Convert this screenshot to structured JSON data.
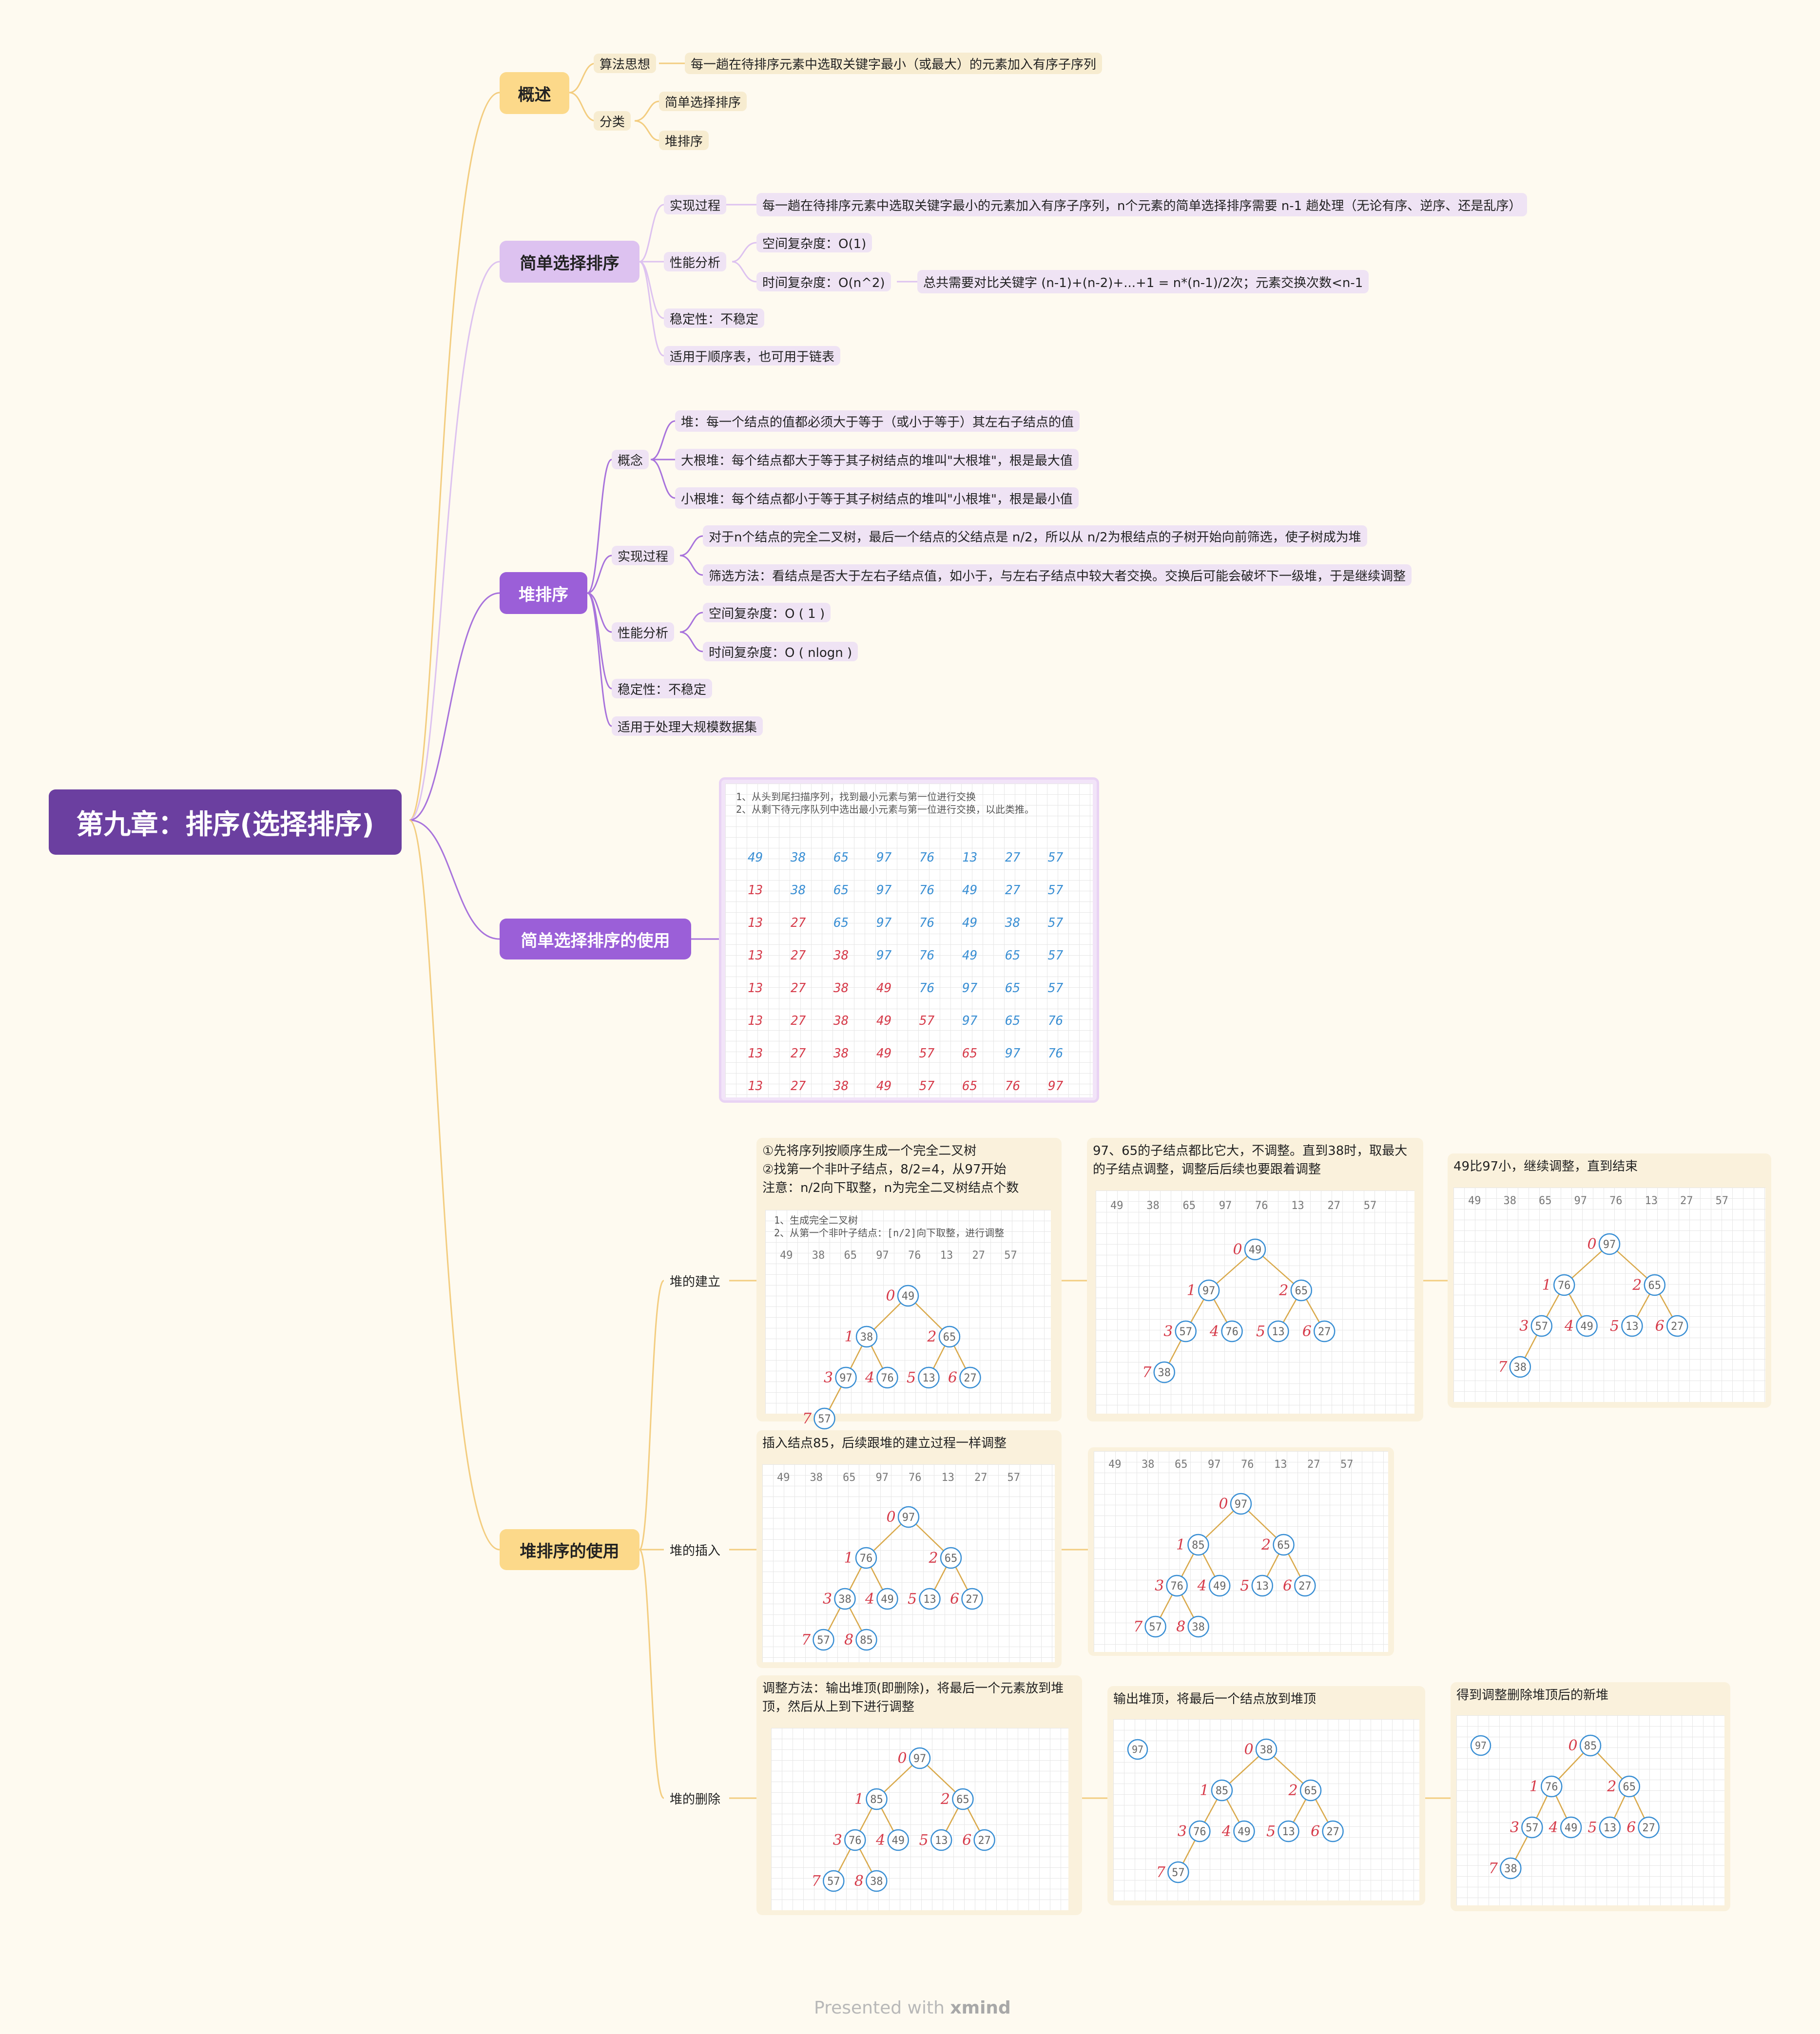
{
  "root": "第九章：排序(选择排序)",
  "overview": {
    "title": "概述",
    "idea_label": "算法思想",
    "idea_text": "每一趟在待排序元素中选取关键字最小（或最大）的元素加入有序子序列",
    "category_label": "分类",
    "categories": [
      "简单选择排序",
      "堆排序"
    ]
  },
  "simple": {
    "title": "简单选择排序",
    "process_label": "实现过程",
    "process_text": "每一趟在待排序元素中选取关键字最小的元素加入有序子序列，n个元素的简单选择排序需要 n-1 趟处理（无论有序、逆序、还是乱序）",
    "perf_label": "性能分析",
    "space": "空间复杂度：O(1)",
    "time": "时间复杂度：O(n^2)",
    "time_note": "总共需要对比关键字 (n-1)+(n-2)+...+1 = n*(n-1)/2次；元素交换次数<n-1",
    "stability": "稳定性：不稳定",
    "applicable": "适用于顺序表，也可用于链表"
  },
  "heap": {
    "title": "堆排序",
    "concept_label": "概念",
    "concepts": [
      "堆：每一个结点的值都必须大于等于（或小于等于）其左右子结点的值",
      "大根堆：每个结点都大于等于其子树结点的堆叫\"大根堆\"，根是最大值",
      "小根堆：每个结点都小于等于其子树结点的堆叫\"小根堆\"，根是最小值"
    ],
    "process_label": "实现过程",
    "process": [
      "对于n个结点的完全二叉树，最后一个结点的父结点是 n/2，所以从 n/2为根结点的子树开始向前筛选，使子树成为堆",
      "筛选方法：看结点是否大于左右子结点值，如小于，与左右子结点中较大者交换。交换后可能会破坏下一级堆，于是继续调整"
    ],
    "perf_label": "性能分析",
    "space": "空间复杂度：O ( 1 )",
    "time": "时间复杂度：O ( nlogn )",
    "stability": "稳定性：不稳定",
    "applicable": "适用于处理大规模数据集"
  },
  "simple_use": {
    "title": "简单选择排序的使用",
    "note": "1、从头到尾扫描序列，找到最小元素与第一位进行交换\n2、从剩下待元序队列中选出最小元素与第一位进行交换，以此类推。",
    "rows": [
      [
        "49",
        "38",
        "65",
        "97",
        "76",
        "13",
        "27",
        "57"
      ],
      [
        "13",
        "38",
        "65",
        "97",
        "76",
        "49",
        "27",
        "57"
      ],
      [
        "13",
        "27",
        "65",
        "97",
        "76",
        "49",
        "38",
        "57"
      ],
      [
        "13",
        "27",
        "38",
        "97",
        "76",
        "49",
        "65",
        "57"
      ],
      [
        "13",
        "27",
        "38",
        "49",
        "76",
        "97",
        "65",
        "57"
      ],
      [
        "13",
        "27",
        "38",
        "49",
        "57",
        "97",
        "65",
        "76"
      ],
      [
        "13",
        "27",
        "38",
        "49",
        "57",
        "65",
        "97",
        "76"
      ],
      [
        "13",
        "27",
        "38",
        "49",
        "57",
        "65",
        "76",
        "97"
      ]
    ],
    "sorted_counts": [
      0,
      1,
      2,
      3,
      4,
      5,
      6,
      8
    ]
  },
  "heap_use": {
    "title": "堆排序的使用",
    "build_label": "堆的建立",
    "insert_label": "堆的插入",
    "delete_label": "堆的删除",
    "build_card1_text": "①先将序列按顺序生成一个完全二叉树\n②找第一个非叶子结点，8/2=4，从97开始\n注意：n/2向下取整，n为完全二叉树结点个数",
    "build_card1_note": "1、生成完全二叉树\n2、从第一个非叶子结点：[n/2]向下取整，进行调整",
    "build_card2_text": "97、65的子结点都比它大，不调整。直到38时，取最大的子结点调整，调整后后续也要跟着调整",
    "build_card3_text": "49比97小，继续调整，直到结束",
    "insert_card1_text": "插入结点85，后续跟堆的建立过程一样调整",
    "delete_card1_text": "调整方法：输出堆顶(即删除)，将最后一个元素放到堆顶，然后从上到下进行调整",
    "delete_card2_text": "输出堆顶，将最后一个结点放到堆顶",
    "delete_card3_text": "得到调整删除堆顶后的新堆",
    "sequence": [
      "49",
      "38",
      "65",
      "97",
      "76",
      "13",
      "27",
      "57"
    ],
    "trees": {
      "b1": [
        "49",
        "38",
        "65",
        "97",
        "76",
        "13",
        "27",
        "57"
      ],
      "b2": [
        "49",
        "97",
        "65",
        "57",
        "76",
        "13",
        "27",
        "38"
      ],
      "b3": [
        "97",
        "76",
        "65",
        "57",
        "49",
        "13",
        "27",
        "38"
      ],
      "i1": [
        "97",
        "76",
        "65",
        "38",
        "49",
        "13",
        "27",
        "57",
        "85"
      ],
      "i2": [
        "97",
        "85",
        "65",
        "76",
        "49",
        "13",
        "27",
        "57",
        "38"
      ],
      "d1": [
        "97",
        "85",
        "65",
        "76",
        "49",
        "13",
        "27",
        "57",
        "38"
      ],
      "d2": [
        "38",
        "85",
        "65",
        "76",
        "49",
        "13",
        "27",
        "57"
      ],
      "d3": [
        "85",
        "76",
        "65",
        "57",
        "49",
        "13",
        "27",
        "38"
      ]
    },
    "output_node": "97"
  },
  "footer": {
    "prefix": "Presented with",
    "brand": "xmind"
  },
  "colors": {
    "root": "#6b3fa0",
    "yellow": "#fcd98a",
    "lilac": "#ddc2f0",
    "violet": "#9b5fd8",
    "line_yellow": "#f3cd80",
    "line_purple": "#a873dc",
    "blue_digit": "#3a8fd4",
    "red_digit": "#d63b4a"
  }
}
